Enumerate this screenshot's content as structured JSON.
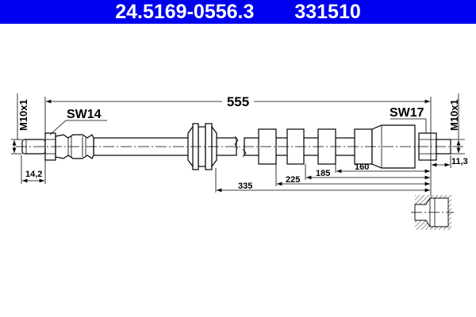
{
  "header": {
    "part_number": "24.5169-0556.3",
    "ref_number": "331510",
    "background": "#0000f0"
  },
  "drawing": {
    "total_length": "555",
    "left_wrench_size": "SW14",
    "right_wrench_size": "SW17",
    "left_thread": "M10x1",
    "right_thread": "M10x1",
    "left_thread_length": "14,2",
    "right_thread_length": "11,3",
    "dim_160": "160",
    "dim_185": "185",
    "dim_225": "225",
    "dim_335": "335"
  }
}
